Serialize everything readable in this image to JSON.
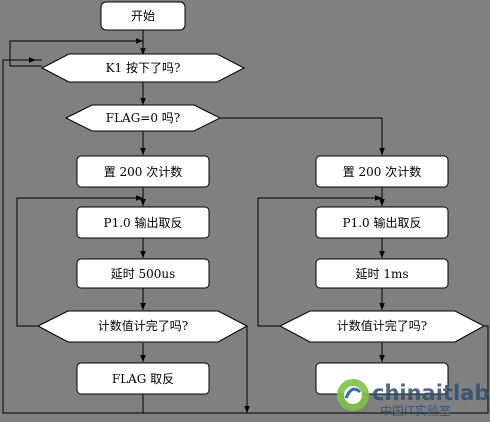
{
  "nodes": {
    "start": "开始",
    "k1_pressed": "K1 按下了吗?",
    "flag_zero": "FLAG=0 吗?",
    "set_count_left": "置 200 次计数",
    "toggle_p10_left": "P1.0 输出取反",
    "delay_500us": "延时 500us",
    "count_done_left": "计数值计完了吗?",
    "flag_toggle": "FLAG 取反",
    "set_count_right": "置 200 次计数",
    "toggle_p10_right": "P1.0 输出取反",
    "delay_1ms": "延时 1ms",
    "count_done_right": "计数值计完了吗?"
  },
  "watermark": {
    "brand": "chinaitlab",
    "subtitle": "中国IT实验室",
    "colors": {
      "green": "#7cc243",
      "blue": "#2a6fb5",
      "dark": "#2f4f6f"
    }
  },
  "colors": {
    "background": "#808080",
    "node_fill": "#ffffff",
    "line": "#000000"
  }
}
